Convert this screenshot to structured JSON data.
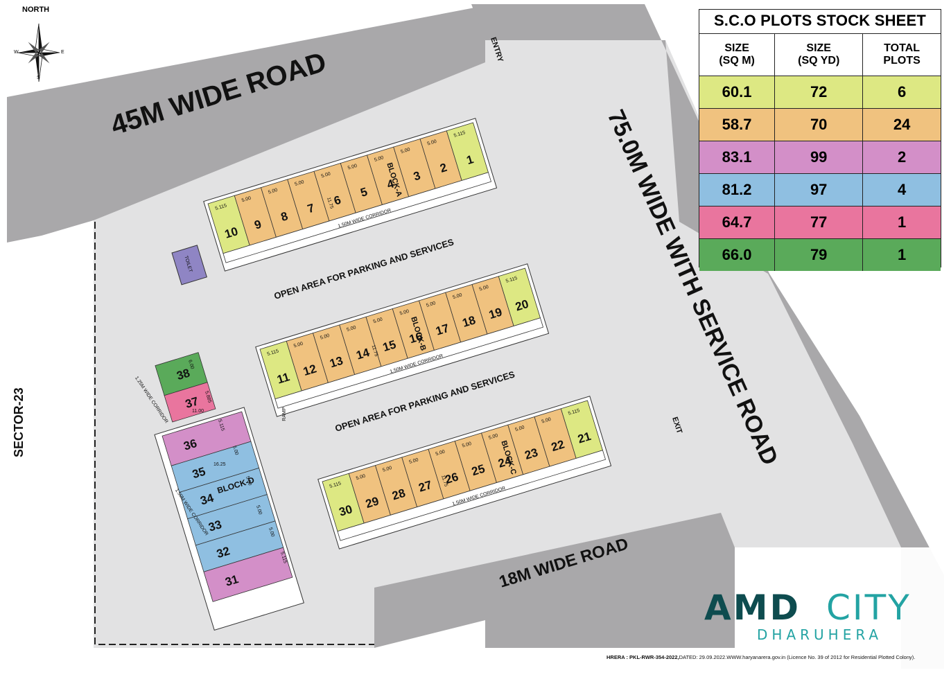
{
  "compass": {
    "north": "NORTH",
    "e": "E",
    "w": "W",
    "s": "S"
  },
  "roads": {
    "road_45": "45M WIDE ROAD",
    "road_75": "75.0M WIDE WITH SERVICE ROAD",
    "road_18": "18M WIDE ROAD",
    "sector": "SECTOR-23",
    "entry": "ENTRY",
    "exit": "EXIT"
  },
  "areas": {
    "open_1": "OPEN AREA FOR PARKING AND SERVICES",
    "open_2": "OPEN AREA FOR PARKING AND SERVICES",
    "toilet": "TOILET",
    "ramp": "RAMP"
  },
  "blocks": {
    "a": {
      "name": "BLOCK-A",
      "corridor": "1.50M WIDE CORRIDOR",
      "depth": "11.75",
      "width_label": "5.00",
      "end_label": "5.115"
    },
    "b": {
      "name": "BLOCK-B",
      "corridor": "1.50M WIDE CORRIDOR",
      "depth": "11.75",
      "width_label": "5.00",
      "end_label": "5.115"
    },
    "c": {
      "name": "BLOCK-C",
      "corridor": "1.50M WIDE CORRIDOR",
      "depth": "11.75",
      "width_label": "5.00",
      "end_label": "5.115"
    },
    "d": {
      "name": "BLOCK-D",
      "corridor": "1.50M WIDE CORRIDOR",
      "corridor_top": "1.25M WIDE CORRIDOR",
      "dims": [
        "6.00",
        "5.885",
        "11.00",
        "5.115",
        "5.00",
        "16.25",
        "5.00",
        "5.00",
        "5.00",
        "5.115"
      ]
    }
  },
  "plots": {
    "block_a": [
      "10",
      "9",
      "8",
      "7",
      "6",
      "5",
      "4",
      "3",
      "2",
      "1"
    ],
    "block_b": [
      "11",
      "12",
      "13",
      "14",
      "15",
      "16",
      "17",
      "18",
      "19",
      "20"
    ],
    "block_c": [
      "30",
      "29",
      "28",
      "27",
      "26",
      "25",
      "24",
      "23",
      "22",
      "21"
    ],
    "block_d": [
      "38",
      "37",
      "36",
      "35",
      "34",
      "33",
      "32",
      "31"
    ]
  },
  "colors": {
    "green_yellow": "#dde883",
    "orange": "#f0c27f",
    "purple": "#d38fc8",
    "blue": "#8fbfe1",
    "pink": "#e9759e",
    "green": "#5aaa5a",
    "road": "#a9a8aa",
    "site": "#e2e2e3",
    "brand_dark": "#0e4c4f",
    "brand_light": "#23a3a3"
  },
  "stock_sheet": {
    "title": "S.C.O PLOTS STOCK SHEET",
    "headers": [
      [
        "SIZE",
        "(SQ  M)"
      ],
      [
        "SIZE",
        "(SQ  YD)"
      ],
      [
        "TOTAL",
        "PLOTS"
      ]
    ],
    "rows": [
      {
        "sqm": "60.1",
        "sqyd": "72",
        "total": "6",
        "color": "#dde883"
      },
      {
        "sqm": "58.7",
        "sqyd": "70",
        "total": "24",
        "color": "#f0c27f"
      },
      {
        "sqm": "83.1",
        "sqyd": "99",
        "total": "2",
        "color": "#d38fc8"
      },
      {
        "sqm": "81.2",
        "sqyd": "97",
        "total": "4",
        "color": "#8fbfe1"
      },
      {
        "sqm": "64.7",
        "sqyd": "77",
        "total": "1",
        "color": "#e9759e"
      },
      {
        "sqm": "66.0",
        "sqyd": "79",
        "total": "1",
        "color": "#5aaa5a"
      }
    ]
  },
  "logo": {
    "amd": "AMD",
    "city": "CITY",
    "place": "DHARUHERA"
  },
  "rera": {
    "label": "HRERA : PKL-RWR-354-2022,",
    "text": "DATED: 29.09.2022.WWW.haryanarera.gov.in  (Licence No. 39 of 2012 for Residential Plotted  Colony)."
  }
}
